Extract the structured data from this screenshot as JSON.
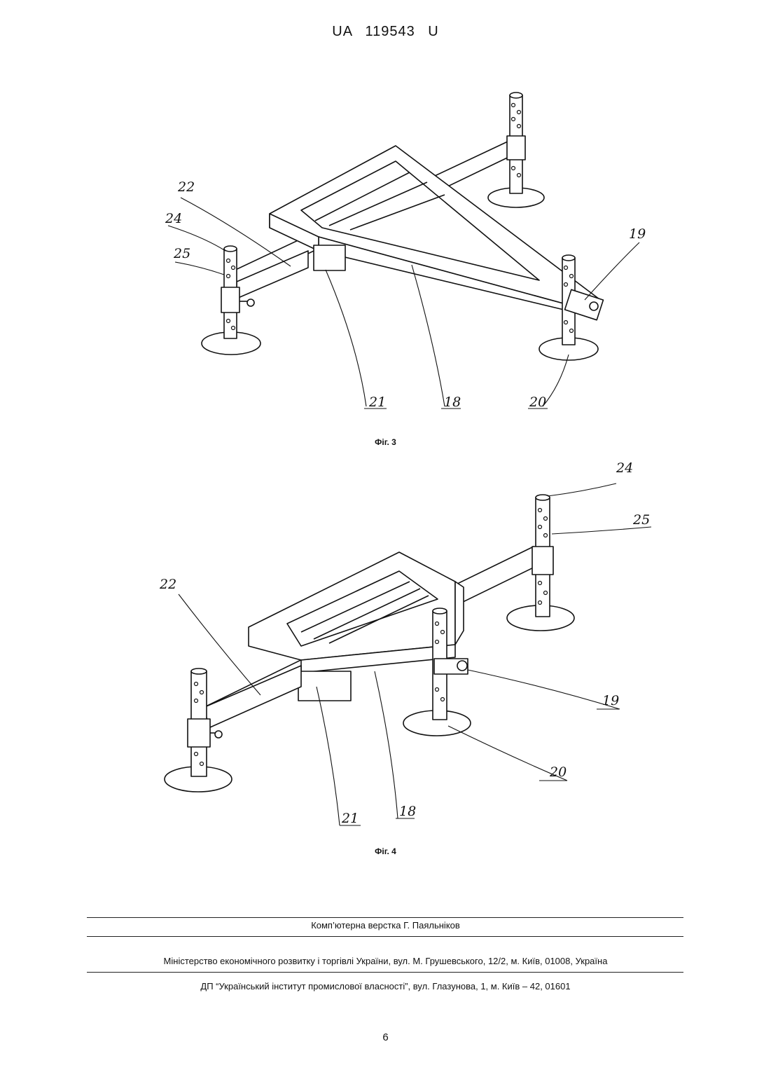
{
  "header": {
    "text": "UA   119543   U"
  },
  "figures": [
    {
      "caption": "Фіг. 3",
      "labels": {
        "l22": "22",
        "l24": "24",
        "l25": "25",
        "l19": "19",
        "l21": "21",
        "l18": "18",
        "l20": "20"
      }
    },
    {
      "caption": "Фіг. 4",
      "labels": {
        "l24": "24",
        "l25": "25",
        "l22": "22",
        "l19": "19",
        "l20": "20",
        "l21": "21",
        "l18": "18"
      }
    }
  ],
  "footer": {
    "composer": "Комп’ютерна верстка Г. Паяльніков",
    "ministry": "Міністерство економічного розвитку і торгівлі України, вул. М. Грушевського, 12/2, м. Київ, 01008, Україна",
    "institute": "ДП “Український інститут промислової власності”, вул. Глазунова, 1, м. Київ – 42, 01601"
  },
  "page_number": "6"
}
